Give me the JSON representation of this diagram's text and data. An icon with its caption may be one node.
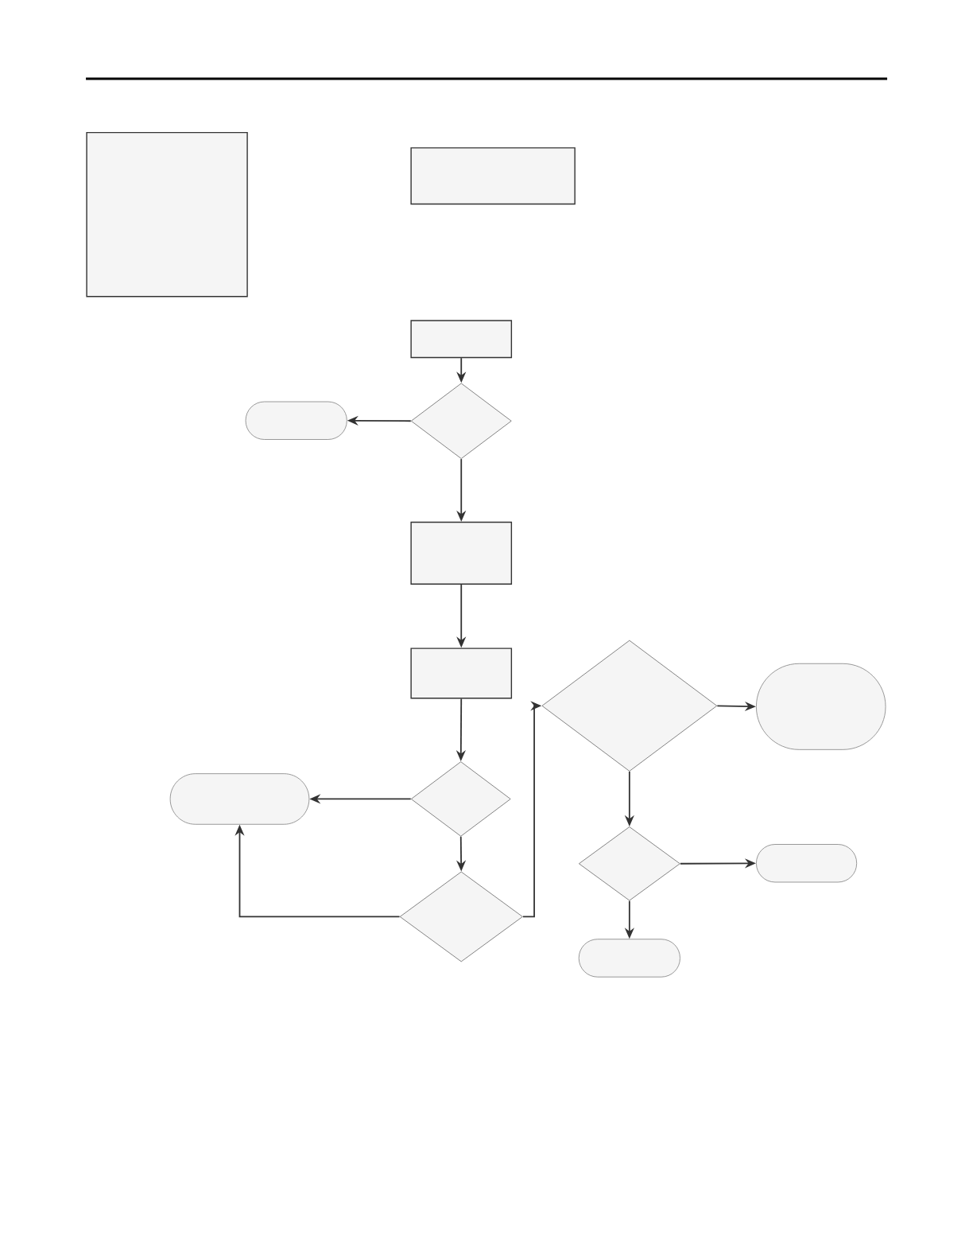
{
  "diagram": {
    "nodes": [
      {
        "text": [],
        "shape": "box"
      },
      {
        "text": [],
        "shape": "box"
      },
      {
        "text": [],
        "shape": "box"
      },
      {
        "text": [],
        "shape": "diamond"
      },
      {
        "text": [],
        "shape": "terminal"
      },
      {
        "text": [],
        "shape": "box"
      },
      {
        "text": [],
        "shape": "box"
      },
      {
        "text": [],
        "shape": "diamond"
      },
      {
        "text": [],
        "shape": "terminal"
      },
      {
        "text": [],
        "shape": "diamond"
      },
      {
        "text": [],
        "shape": "diamond"
      },
      {
        "text": [],
        "shape": "terminal"
      },
      {
        "text": [],
        "shape": "diamond"
      },
      {
        "text": [],
        "shape": "terminal"
      },
      {
        "text": [],
        "shape": "terminal"
      }
    ],
    "edges": [
      {
        "from": 2,
        "to": 3,
        "arrow": "to"
      },
      {
        "from": 3,
        "to": 4,
        "arrow": "to"
      },
      {
        "from": 3,
        "to": 5,
        "arrow": "to"
      },
      {
        "from": 5,
        "to": 6,
        "arrow": "to"
      },
      {
        "from": 6,
        "to": 7,
        "arrow": "to"
      },
      {
        "from": 7,
        "to": 8,
        "arrow": "to"
      },
      {
        "from": 7,
        "to": 9,
        "arrow": "to"
      },
      {
        "from": 9,
        "to": 8,
        "arrow": "to"
      },
      {
        "from": 9,
        "to": 10,
        "arrow": "to"
      },
      {
        "from": 10,
        "to": 11,
        "arrow": "to"
      },
      {
        "from": 10,
        "to": 12,
        "arrow": "to"
      },
      {
        "from": 12,
        "to": 13,
        "arrow": "to"
      },
      {
        "from": 12,
        "to": 14,
        "arrow": "to"
      }
    ]
  }
}
